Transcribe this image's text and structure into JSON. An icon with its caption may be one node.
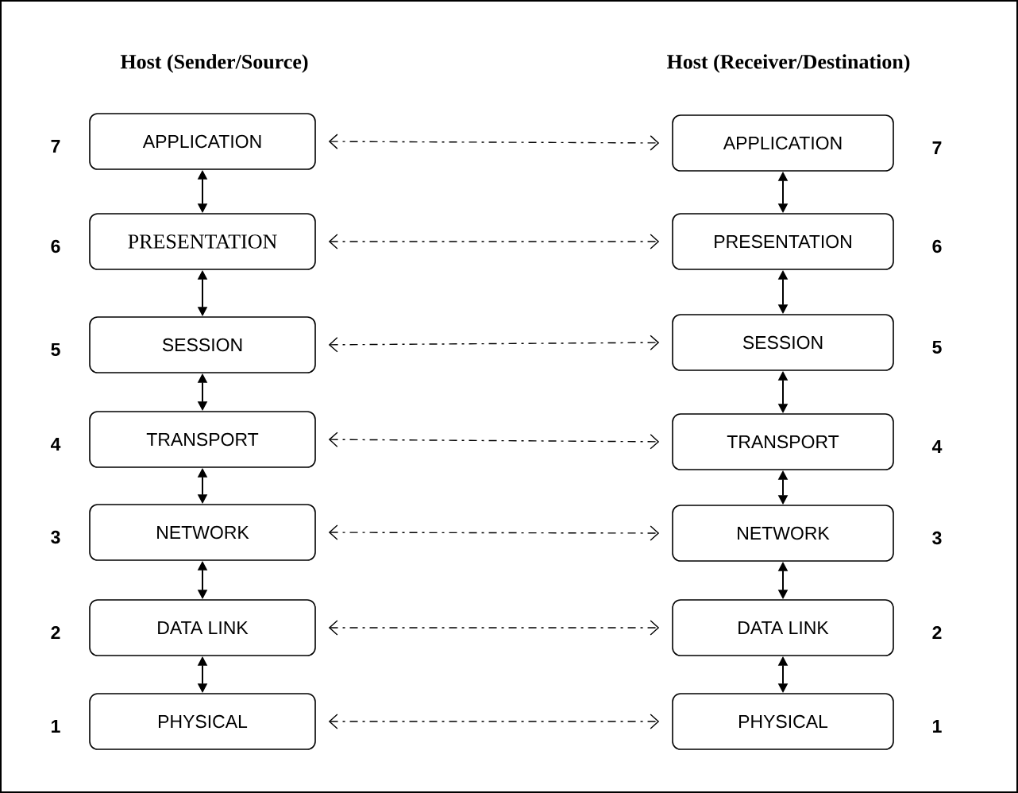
{
  "diagram": {
    "nodes": [
      {
        "text": [
          "APPLICATION"
        ]
      },
      {
        "text": [
          "PRESENTATION"
        ]
      },
      {
        "text": [
          "SESSION"
        ]
      },
      {
        "text": [
          "TRANSPORT"
        ]
      },
      {
        "text": [
          "NETWORK"
        ]
      },
      {
        "text": [
          "DATA LINK"
        ]
      },
      {
        "text": [
          "PHYSICAL"
        ]
      },
      {
        "text": [
          "APPLICATION"
        ]
      },
      {
        "text": [
          "PRESENTATION"
        ]
      },
      {
        "text": [
          "SESSION"
        ]
      },
      {
        "text": [
          "TRANSPORT"
        ]
      },
      {
        "text": [
          "NETWORK"
        ]
      },
      {
        "text": [
          "DATA LINK"
        ]
      },
      {
        "text": [
          "PHYSICAL"
        ]
      }
    ],
    "edges": [
      {
        "from": 0,
        "to": 1,
        "arrow": "both"
      },
      {
        "from": 1,
        "to": 2,
        "arrow": "both"
      },
      {
        "from": 2,
        "to": 3,
        "arrow": "both"
      },
      {
        "from": 3,
        "to": 4,
        "arrow": "both"
      },
      {
        "from": 4,
        "to": 5,
        "arrow": "both"
      },
      {
        "from": 5,
        "to": 6,
        "arrow": "both"
      },
      {
        "from": 7,
        "to": 8,
        "arrow": "both"
      },
      {
        "from": 8,
        "to": 9,
        "arrow": "both"
      },
      {
        "from": 9,
        "to": 10,
        "arrow": "both"
      },
      {
        "from": 10,
        "to": 11,
        "arrow": "both"
      },
      {
        "from": 11,
        "to": 12,
        "arrow": "both"
      },
      {
        "from": 12,
        "to": 13,
        "arrow": "both"
      },
      {
        "from": 0,
        "to": 7,
        "arrow": "both",
        "style": "dashed"
      },
      {
        "from": 1,
        "to": 8,
        "arrow": "both",
        "style": "dashed"
      },
      {
        "from": 2,
        "to": 9,
        "arrow": "both",
        "style": "dashed"
      },
      {
        "from": 3,
        "to": 10,
        "arrow": "both",
        "style": "dashed"
      },
      {
        "from": 4,
        "to": 11,
        "arrow": "both",
        "style": "dashed"
      },
      {
        "from": 5,
        "to": 12,
        "arrow": "both",
        "style": "dashed"
      },
      {
        "from": 6,
        "to": 13,
        "arrow": "both",
        "style": "dashed"
      }
    ],
    "labels": [
      "Host (Sender/Source)",
      "Host (Receiver/Destination)",
      "7",
      "7",
      "6",
      "6",
      "5",
      "5",
      "4",
      "4",
      "3",
      "3",
      "2",
      "2",
      "1",
      "1"
    ]
  }
}
